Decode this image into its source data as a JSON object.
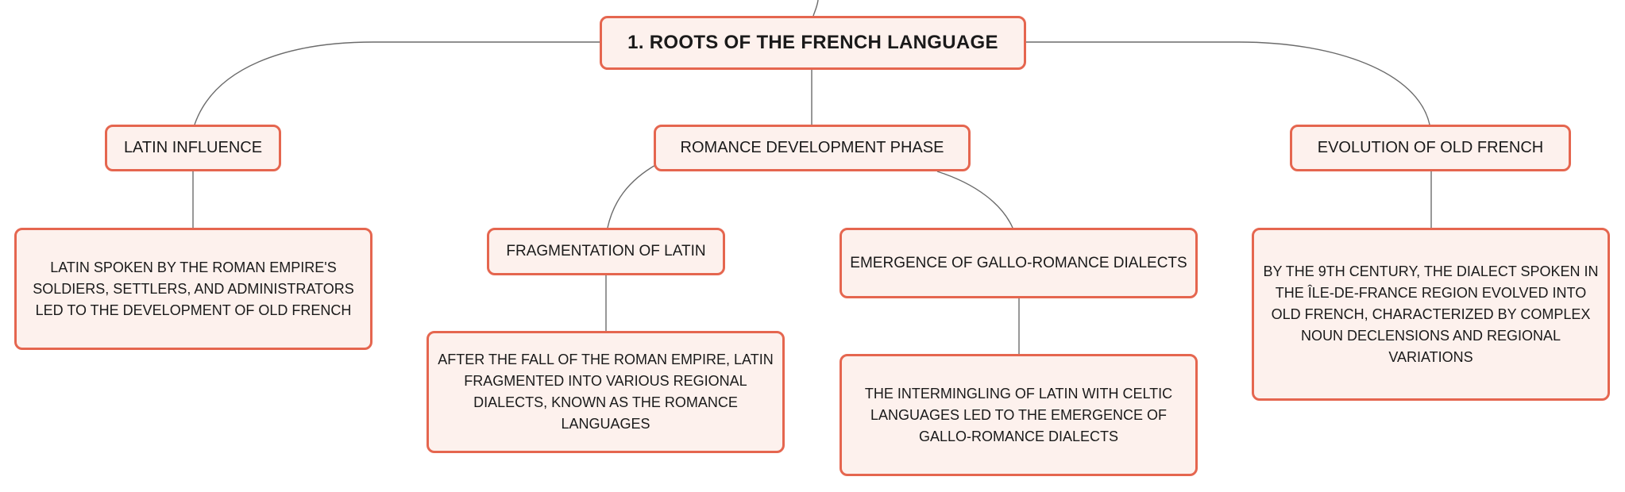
{
  "diagram": {
    "root": {
      "label": "1. ROOTS OF THE FRENCH LANGUAGE"
    },
    "latin_influence": {
      "label": "LATIN INFLUENCE",
      "detail": "LATIN SPOKEN BY THE ROMAN EMPIRE'S SOLDIERS, SETTLERS, AND ADMINISTRATORS LED TO THE DEVELOPMENT OF OLD FRENCH"
    },
    "romance_phase": {
      "label": "ROMANCE DEVELOPMENT PHASE",
      "fragmentation": {
        "label": "FRAGMENTATION OF LATIN",
        "detail": "AFTER THE FALL OF THE ROMAN EMPIRE, LATIN FRAGMENTED INTO VARIOUS REGIONAL DIALECTS, KNOWN AS THE ROMANCE LANGUAGES"
      },
      "gallo_romance": {
        "label": "EMERGENCE OF GALLO-ROMANCE DIALECTS",
        "detail": "THE INTERMINGLING OF LATIN WITH CELTIC LANGUAGES LED TO THE EMERGENCE OF GALLO-ROMANCE DIALECTS"
      }
    },
    "old_french": {
      "label": "EVOLUTION OF OLD FRENCH",
      "detail": "BY THE 9TH CENTURY, THE DIALECT SPOKEN IN THE ÎLE-DE-FRANCE REGION EVOLVED INTO OLD FRENCH, CHARACTERIZED BY COMPLEX NOUN DECLENSIONS AND REGIONAL VARIATIONS"
    }
  },
  "colors": {
    "node_border": "#e5664f",
    "node_fill": "#fdf1ed",
    "connector": "#6b6b6b",
    "text": "#1a1a1a"
  }
}
